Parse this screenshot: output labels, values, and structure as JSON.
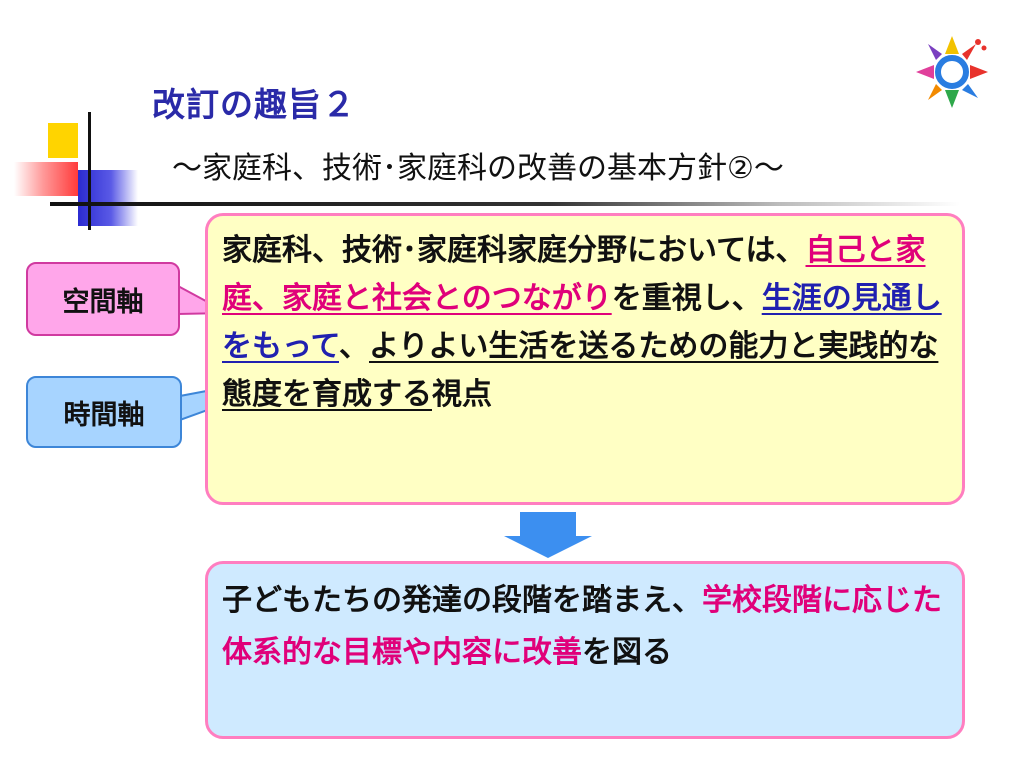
{
  "slide": {
    "title": "改訂の趣旨２",
    "subtitle": "～家庭科、技術･家庭科の改善の基本方針②～"
  },
  "callouts": {
    "space_axis": "空間軸",
    "time_axis": "時間軸"
  },
  "main_box": {
    "part1": "家庭科、技術･家庭科家庭分野においては、",
    "part2": "自己と家庭、家庭と社会とのつながり",
    "part3": "を重視し、",
    "part4": "生涯の見通しをもって",
    "part5": "、",
    "part6": "よりよい生活を送るための能力と実践的な態度を育成する",
    "part7": "視点"
  },
  "result_box": {
    "part1": "子どもたちの発達の段階を踏まえ、",
    "part2": "学校段階に応じた体系的な目標や内容に改善",
    "part3": "を図る"
  },
  "colors": {
    "title": "#2a2aa8",
    "highlight_magenta": "#e0007a",
    "highlight_blue": "#2020b0",
    "main_box_bg": "#ffffc4",
    "result_box_bg": "#cfeaff",
    "box_border": "#ff7ec0",
    "arrow": "#3c8ff0"
  },
  "icons": {
    "logo": "colorful-emblem-icon",
    "arrow": "down-arrow-icon"
  }
}
